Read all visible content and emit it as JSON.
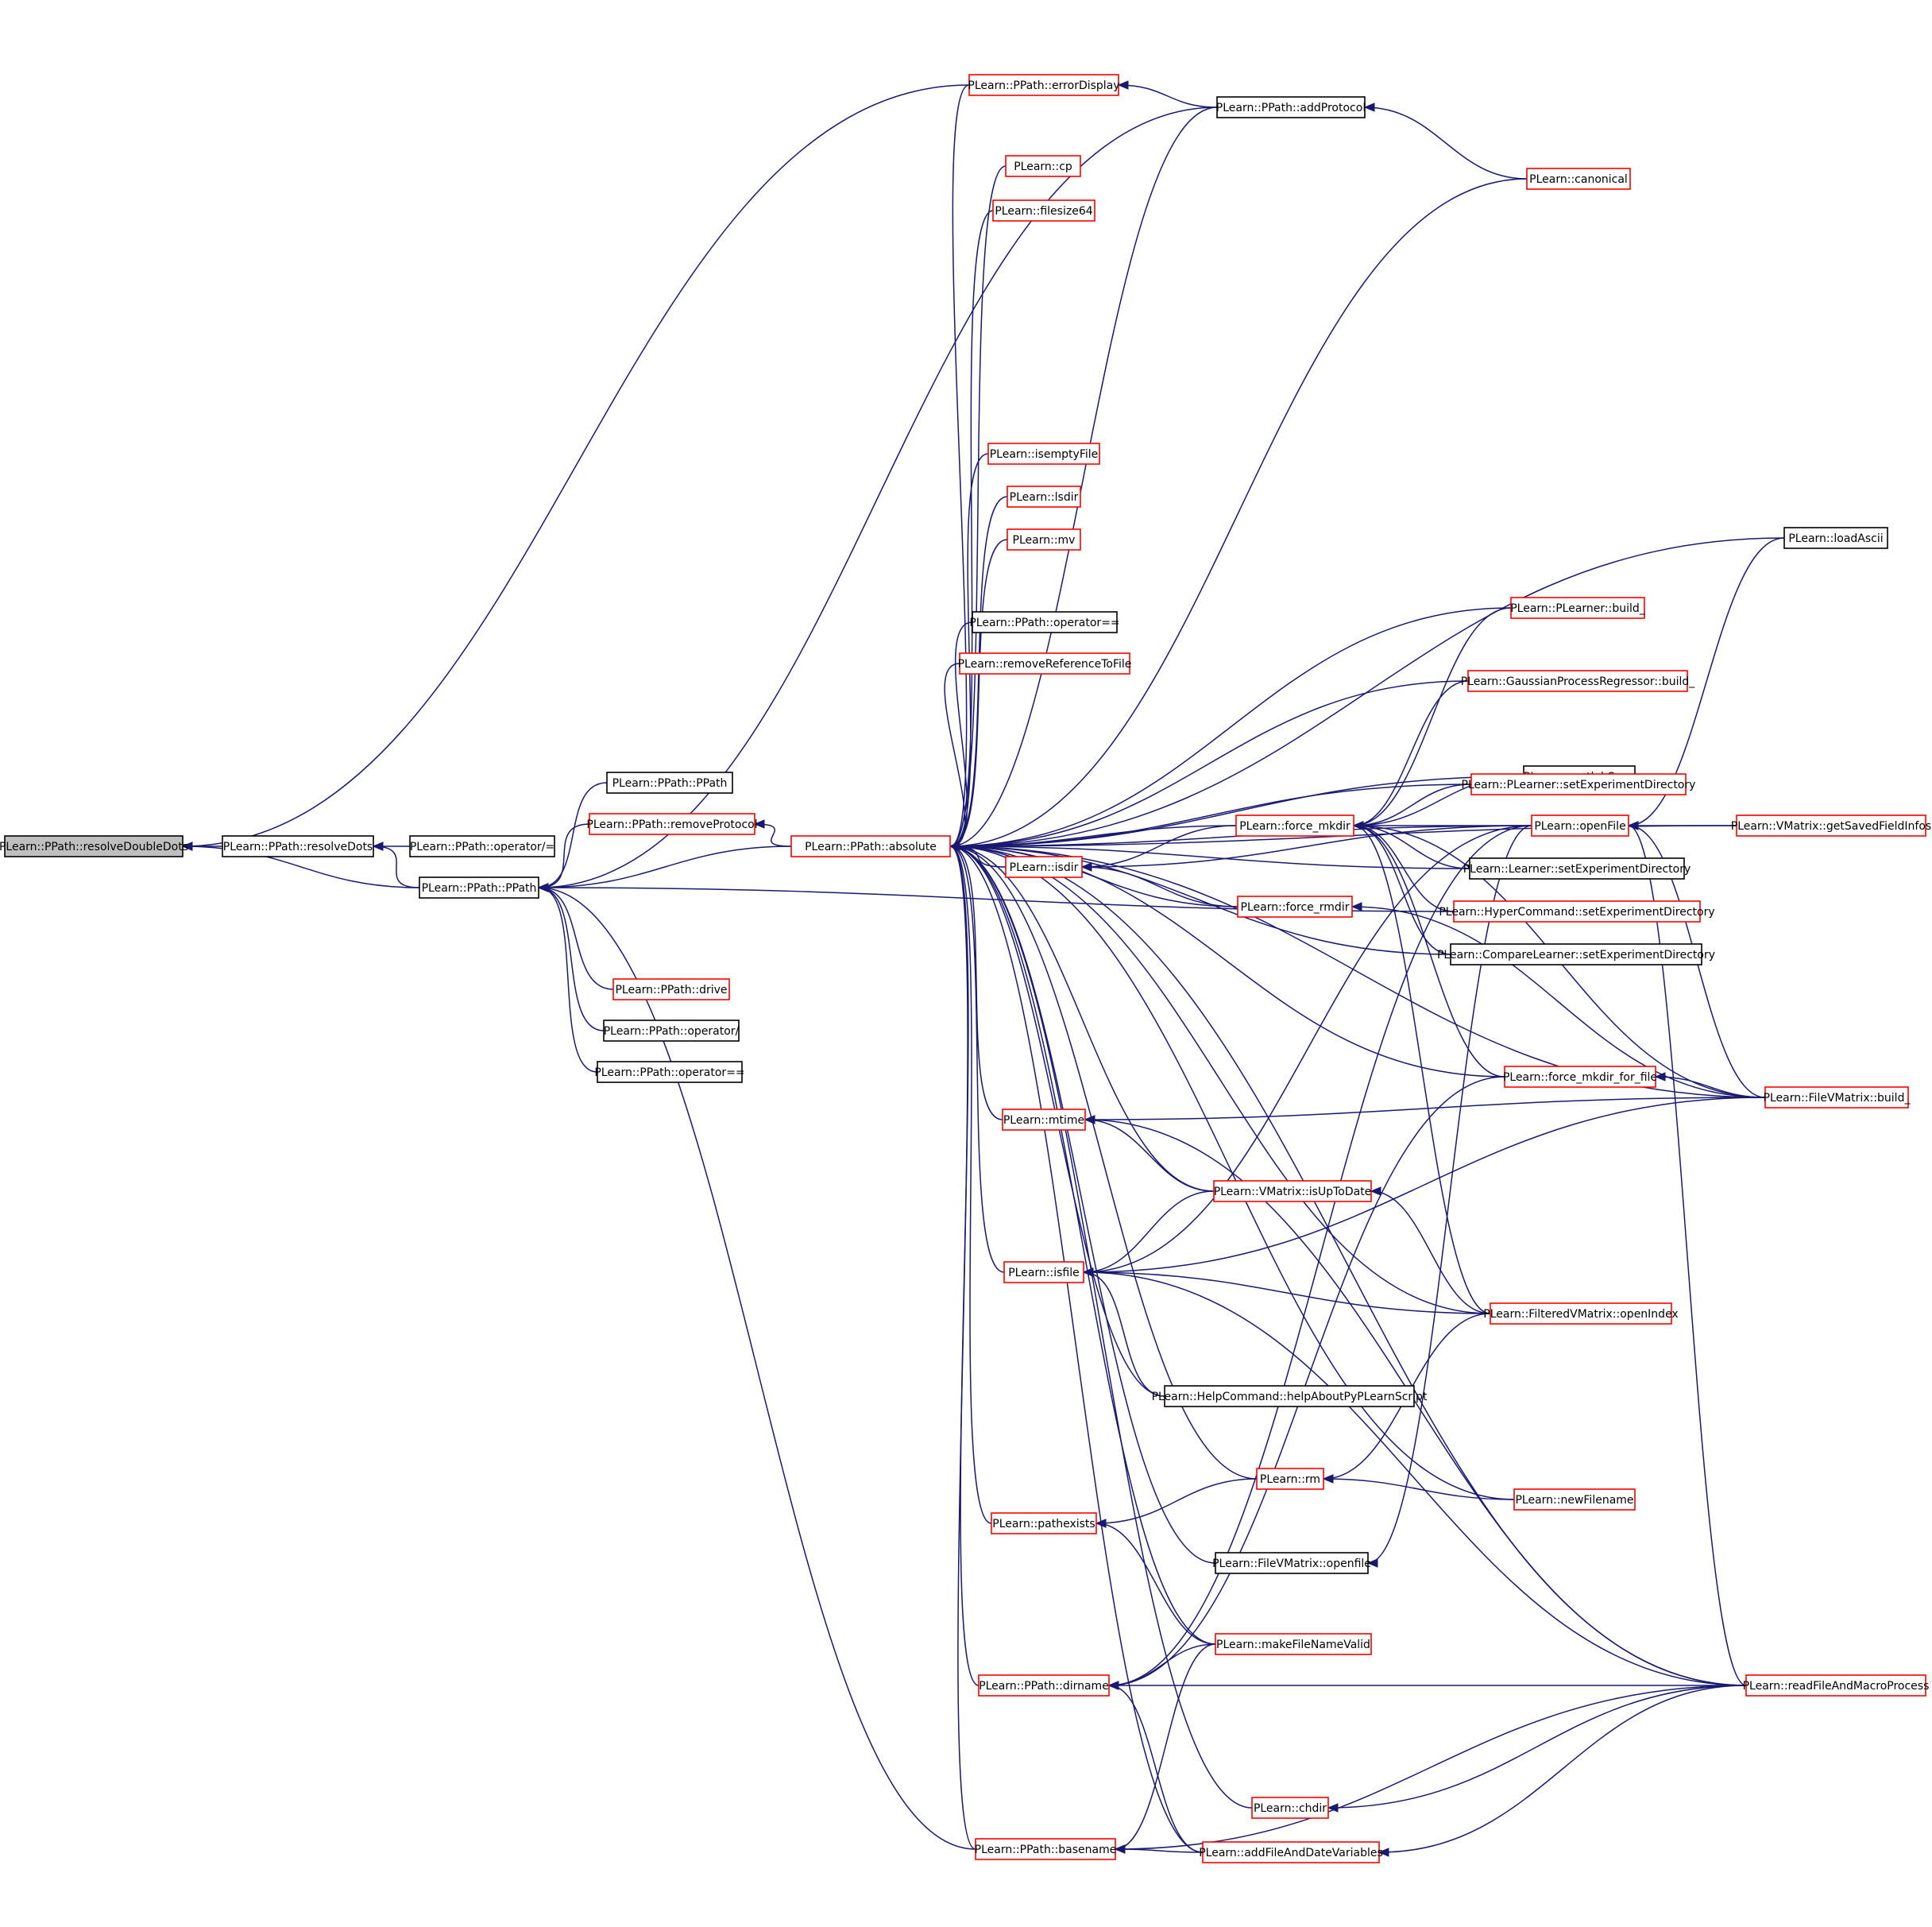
{
  "colors": {
    "edge": "#191970",
    "node_border_red": "#ff0000",
    "node_border_black": "#000000",
    "root_fill": "#bfbfbf",
    "node_fill": "#ffffff"
  },
  "nodes": [
    {
      "id": "n_resolveDoubleDots",
      "label": "PLearn::PPath::resolveDoubleDots",
      "style": "root"
    },
    {
      "id": "n_resolveDots",
      "label": "PLearn::PPath::resolveDots",
      "style": "black"
    },
    {
      "id": "n_opDivEq",
      "label": "PLearn::PPath::operator/=",
      "style": "black"
    },
    {
      "id": "n_PPath",
      "label": "PLearn::PPath::PPath",
      "style": "black"
    },
    {
      "id": "n_PPath2",
      "label": "PLearn::PPath::PPath",
      "style": "black"
    },
    {
      "id": "n_removeProtocol",
      "label": "PLearn::PPath::removeProtocol",
      "style": "red"
    },
    {
      "id": "n_drive",
      "label": "PLearn::PPath::drive",
      "style": "red"
    },
    {
      "id": "n_opDiv",
      "label": "PLearn::PPath::operator/",
      "style": "black"
    },
    {
      "id": "n_opEqEq",
      "label": "PLearn::PPath::operator==",
      "style": "black"
    },
    {
      "id": "n_absolute",
      "label": "PLearn::PPath::absolute",
      "style": "red"
    },
    {
      "id": "n_errorDisplay",
      "label": "PLearn::PPath::errorDisplay",
      "style": "red"
    },
    {
      "id": "n_addProtocol",
      "label": "PLearn::PPath::addProtocol",
      "style": "black"
    },
    {
      "id": "n_cp",
      "label": "PLearn::cp",
      "style": "red"
    },
    {
      "id": "n_filesize64",
      "label": "PLearn::filesize64",
      "style": "red"
    },
    {
      "id": "n_canonical",
      "label": "PLearn::canonical",
      "style": "red"
    },
    {
      "id": "n_isemptyFile",
      "label": "PLearn::isemptyFile",
      "style": "red"
    },
    {
      "id": "n_lsdir",
      "label": "PLearn::lsdir",
      "style": "red"
    },
    {
      "id": "n_mv",
      "label": "PLearn::mv",
      "style": "red"
    },
    {
      "id": "n_loadAscii",
      "label": "PLearn::loadAscii",
      "style": "black"
    },
    {
      "id": "n_opEqEq2",
      "label": "PLearn::PPath::operator==",
      "style": "black"
    },
    {
      "id": "n_PLbuild",
      "label": "PLearn::PLearner::build_",
      "style": "red"
    },
    {
      "id": "n_removeRef",
      "label": "PLearn::removeReferenceToFile",
      "style": "red"
    },
    {
      "id": "n_GPRbuild",
      "label": "PLearn::GaussianProcessRegressor::build_",
      "style": "red"
    },
    {
      "id": "n_matlabSave",
      "label": "PLearn::matlabSave",
      "style": "black"
    },
    {
      "id": "n_PLsetExp",
      "label": "PLearn::PLearner::setExperimentDirectory",
      "style": "red"
    },
    {
      "id": "n_forceMkdir",
      "label": "PLearn::force_mkdir",
      "style": "red"
    },
    {
      "id": "n_openFile",
      "label": "PLearn::openFile",
      "style": "red"
    },
    {
      "id": "n_getSaved",
      "label": "PLearn::VMatrix::getSavedFieldInfos",
      "style": "red"
    },
    {
      "id": "n_isdir",
      "label": "PLearn::isdir",
      "style": "red"
    },
    {
      "id": "n_LsetExp",
      "label": "PLearn::Learner::setExperimentDirectory",
      "style": "black"
    },
    {
      "id": "n_forceRmdir",
      "label": "PLearn::force_rmdir",
      "style": "red"
    },
    {
      "id": "n_HCsetExp",
      "label": "PLearn::HyperCommand::setExperimentDirectory",
      "style": "red"
    },
    {
      "id": "n_CLsetExp",
      "label": "PLearn::CompareLearner::setExperimentDirectory",
      "style": "black"
    },
    {
      "id": "n_forceMkdirFile",
      "label": "PLearn::force_mkdir_for_file",
      "style": "red"
    },
    {
      "id": "n_FVMbuild",
      "label": "PLearn::FileVMatrix::build_",
      "style": "red"
    },
    {
      "id": "n_mtime",
      "label": "PLearn::mtime",
      "style": "red"
    },
    {
      "id": "n_isUpToDate",
      "label": "PLearn::VMatrix::isUpToDate",
      "style": "red"
    },
    {
      "id": "n_isfile",
      "label": "PLearn::isfile",
      "style": "red"
    },
    {
      "id": "n_openIndex",
      "label": "PLearn::FilteredVMatrix::openIndex",
      "style": "red"
    },
    {
      "id": "n_helpAbout",
      "label": "PLearn::HelpCommand::helpAboutPyPLearnScript",
      "style": "black"
    },
    {
      "id": "n_rm",
      "label": "PLearn::rm",
      "style": "red"
    },
    {
      "id": "n_newFilename",
      "label": "PLearn::newFilename",
      "style": "red"
    },
    {
      "id": "n_pathexists",
      "label": "PLearn::pathexists",
      "style": "red"
    },
    {
      "id": "n_FVMopenfile",
      "label": "PLearn::FileVMatrix::openfile",
      "style": "black"
    },
    {
      "id": "n_makeValid",
      "label": "PLearn::makeFileNameValid",
      "style": "red"
    },
    {
      "id": "n_dirname",
      "label": "PLearn::PPath::dirname",
      "style": "red"
    },
    {
      "id": "n_readMacro",
      "label": "PLearn::readFileAndMacroProcess",
      "style": "red"
    },
    {
      "id": "n_chdir",
      "label": "PLearn::chdir",
      "style": "red"
    },
    {
      "id": "n_basename",
      "label": "PLearn::PPath::basename",
      "style": "red"
    },
    {
      "id": "n_addFileDate",
      "label": "PLearn::addFileAndDateVariables",
      "style": "red"
    }
  ],
  "edges": [
    [
      "n_resolveDots",
      "n_resolveDoubleDots"
    ],
    [
      "n_PPath",
      "n_resolveDoubleDots"
    ],
    [
      "n_errorDisplay",
      "n_resolveDoubleDots"
    ],
    [
      "n_opDivEq",
      "n_resolveDots"
    ],
    [
      "n_PPath",
      "n_resolveDots"
    ],
    [
      "n_PPath2",
      "n_PPath"
    ],
    [
      "n_removeProtocol",
      "n_PPath"
    ],
    [
      "n_addProtocol",
      "n_PPath"
    ],
    [
      "n_absolute",
      "n_PPath"
    ],
    [
      "n_drive",
      "n_PPath"
    ],
    [
      "n_opDiv",
      "n_PPath"
    ],
    [
      "n_opEqEq",
      "n_PPath"
    ],
    [
      "n_basename",
      "n_PPath"
    ],
    [
      "n_HCsetExp",
      "n_PPath"
    ],
    [
      "n_absolute",
      "n_removeProtocol"
    ],
    [
      "n_addProtocol",
      "n_errorDisplay"
    ],
    [
      "n_canonical",
      "n_addProtocol"
    ],
    [
      "n_errorDisplay",
      "n_absolute"
    ],
    [
      "n_addProtocol",
      "n_absolute"
    ],
    [
      "n_cp",
      "n_absolute"
    ],
    [
      "n_filesize64",
      "n_absolute"
    ],
    [
      "n_canonical",
      "n_absolute"
    ],
    [
      "n_loadAscii",
      "n_absolute"
    ],
    [
      "n_getSaved",
      "n_absolute"
    ],
    [
      "n_openFile",
      "n_absolute"
    ],
    [
      "n_FVMbuild",
      "n_absolute"
    ],
    [
      "n_isemptyFile",
      "n_absolute"
    ],
    [
      "n_lsdir",
      "n_absolute"
    ],
    [
      "n_mv",
      "n_absolute"
    ],
    [
      "n_PLbuild",
      "n_absolute"
    ],
    [
      "n_opEqEq2",
      "n_absolute"
    ],
    [
      "n_removeRef",
      "n_absolute"
    ],
    [
      "n_GPRbuild",
      "n_absolute"
    ],
    [
      "n_matlabSave",
      "n_absolute"
    ],
    [
      "n_PLsetExp",
      "n_absolute"
    ],
    [
      "n_forceMkdir",
      "n_absolute"
    ],
    [
      "n_isdir",
      "n_absolute"
    ],
    [
      "n_forceRmdir",
      "n_absolute"
    ],
    [
      "n_LsetExp",
      "n_absolute"
    ],
    [
      "n_CLsetExp",
      "n_absolute"
    ],
    [
      "n_forceMkdirFile",
      "n_absolute"
    ],
    [
      "n_mtime",
      "n_absolute"
    ],
    [
      "n_isUpToDate",
      "n_absolute"
    ],
    [
      "n_isfile",
      "n_absolute"
    ],
    [
      "n_helpAbout",
      "n_absolute"
    ],
    [
      "n_openIndex",
      "n_absolute"
    ],
    [
      "n_rm",
      "n_absolute"
    ],
    [
      "n_newFilename",
      "n_absolute"
    ],
    [
      "n_pathexists",
      "n_absolute"
    ],
    [
      "n_FVMopenfile",
      "n_absolute"
    ],
    [
      "n_makeValid",
      "n_absolute"
    ],
    [
      "n_readMacro",
      "n_absolute"
    ],
    [
      "n_dirname",
      "n_absolute"
    ],
    [
      "n_chdir",
      "n_absolute"
    ],
    [
      "n_addFileDate",
      "n_absolute"
    ],
    [
      "n_basename",
      "n_absolute"
    ],
    [
      "n_PLbuild",
      "n_forceMkdir"
    ],
    [
      "n_GPRbuild",
      "n_forceMkdir"
    ],
    [
      "n_matlabSave",
      "n_forceMkdir"
    ],
    [
      "n_PLsetExp",
      "n_forceMkdir"
    ],
    [
      "n_openFile",
      "n_forceMkdir"
    ],
    [
      "n_LsetExp",
      "n_forceMkdir"
    ],
    [
      "n_HCsetExp",
      "n_forceMkdir"
    ],
    [
      "n_CLsetExp",
      "n_forceMkdir"
    ],
    [
      "n_forceMkdirFile",
      "n_forceMkdir"
    ],
    [
      "n_openIndex",
      "n_forceMkdir"
    ],
    [
      "n_FVMbuild",
      "n_forceMkdir"
    ],
    [
      "n_forceMkdir",
      "n_isdir"
    ],
    [
      "n_openFile",
      "n_isdir"
    ],
    [
      "n_forceRmdir",
      "n_isdir"
    ],
    [
      "n_FVMbuild",
      "n_forceRmdir"
    ],
    [
      "n_getSaved",
      "n_openFile"
    ],
    [
      "n_readMacro",
      "n_openFile"
    ],
    [
      "n_loadAscii",
      "n_openFile"
    ],
    [
      "n_FVMbuild",
      "n_forceMkdirFile"
    ],
    [
      "n_FVMbuild",
      "n_mtime"
    ],
    [
      "n_isUpToDate",
      "n_mtime"
    ],
    [
      "n_readMacro",
      "n_mtime"
    ],
    [
      "n_openIndex",
      "n_isUpToDate"
    ],
    [
      "n_isUpToDate",
      "n_isfile"
    ],
    [
      "n_openFile",
      "n_isfile"
    ],
    [
      "n_FVMbuild",
      "n_isfile"
    ],
    [
      "n_openIndex",
      "n_isfile"
    ],
    [
      "n_helpAbout",
      "n_isfile"
    ],
    [
      "n_readMacro",
      "n_isfile"
    ],
    [
      "n_newFilename",
      "n_rm"
    ],
    [
      "n_openIndex",
      "n_rm"
    ],
    [
      "n_rm",
      "n_pathexists"
    ],
    [
      "n_makeValid",
      "n_pathexists"
    ],
    [
      "n_openFile",
      "n_FVMopenfile"
    ],
    [
      "n_makeValid",
      "n_dirname"
    ],
    [
      "n_openFile",
      "n_dirname"
    ],
    [
      "n_forceMkdirFile",
      "n_dirname"
    ],
    [
      "n_readMacro",
      "n_dirname"
    ],
    [
      "n_addFileDate",
      "n_dirname"
    ],
    [
      "n_readMacro",
      "n_chdir"
    ],
    [
      "n_makeValid",
      "n_basename"
    ],
    [
      "n_addFileDate",
      "n_basename"
    ],
    [
      "n_readMacro",
      "n_basename"
    ],
    [
      "n_readMacro",
      "n_addFileDate"
    ],
    [
      "n_FVMbuild",
      "n_openFile"
    ]
  ]
}
